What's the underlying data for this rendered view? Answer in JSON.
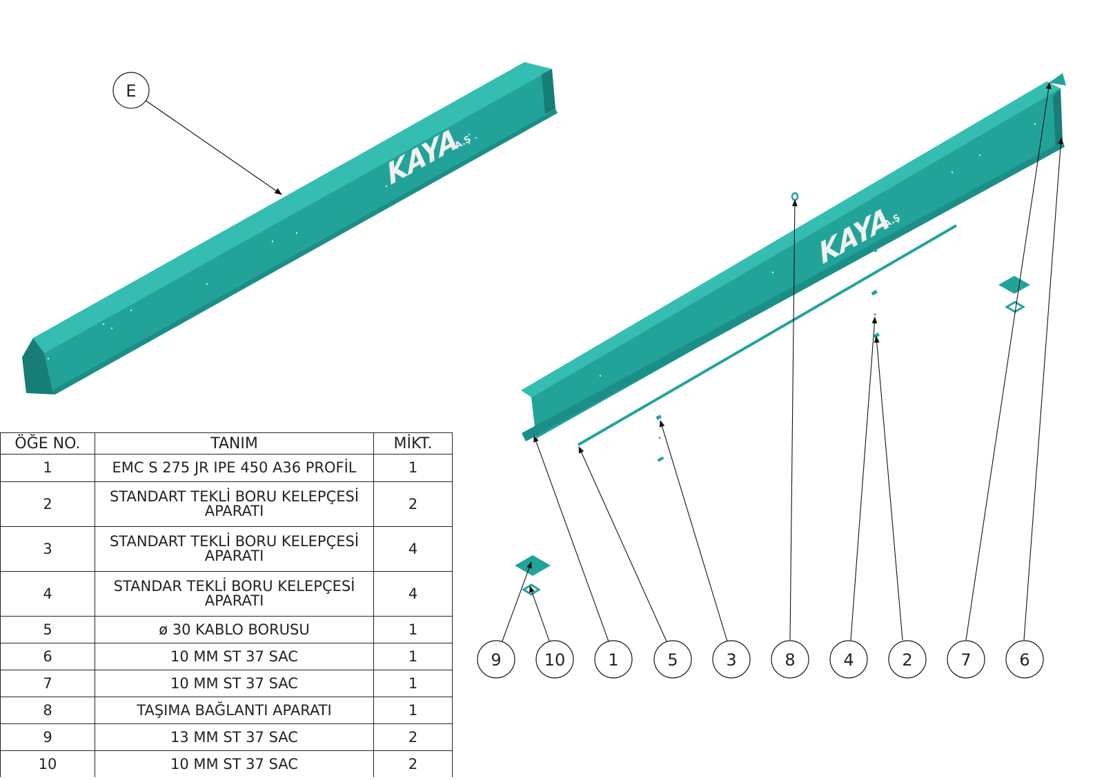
{
  "brand": {
    "logo_text": "KAYA",
    "logo_suffix": "A.Ş",
    "part_color": "#22a39a",
    "part_dark": "#167d77",
    "part_light": "#35bdb2"
  },
  "detail_label": "E",
  "balloons": [
    "9",
    "10",
    "1",
    "5",
    "3",
    "8",
    "4",
    "2",
    "7",
    "6"
  ],
  "bom": {
    "headers": {
      "item_no": "ÖĞE NO.",
      "description": "TANIM",
      "qty": "MİKT."
    },
    "rows": [
      {
        "item_no": "1",
        "line1": "EMC S 275 JR IPE 450 A36 PROFİL",
        "line2": "",
        "qty": "1"
      },
      {
        "item_no": "2",
        "line1": "STANDART TEKLİ BORU KELEPÇESİ",
        "line2": "APARATI",
        "qty": "2"
      },
      {
        "item_no": "3",
        "line1": "STANDART TEKLİ BORU KELEPÇESİ",
        "line2": "APARATI",
        "qty": "4"
      },
      {
        "item_no": "4",
        "line1": "STANDAR TEKLİ BORU KELEPÇESİ",
        "line2": "APARATI",
        "qty": "4"
      },
      {
        "item_no": "5",
        "line1": "ø 30 KABLO BORUSU",
        "line2": "",
        "qty": "1"
      },
      {
        "item_no": "6",
        "line1": "10 MM ST 37 SAC",
        "line2": "",
        "qty": "1"
      },
      {
        "item_no": "7",
        "line1": "10 MM ST 37 SAC",
        "line2": "",
        "qty": "1"
      },
      {
        "item_no": "8",
        "line1": "TAŞIMA BAĞLANTI APARATI",
        "line2": "",
        "qty": "1"
      },
      {
        "item_no": "9",
        "line1": "13 MM ST 37 SAC",
        "line2": "",
        "qty": "2"
      },
      {
        "item_no": "10",
        "line1": "10 MM ST 37 SAC",
        "line2": "",
        "qty": "2"
      }
    ]
  }
}
